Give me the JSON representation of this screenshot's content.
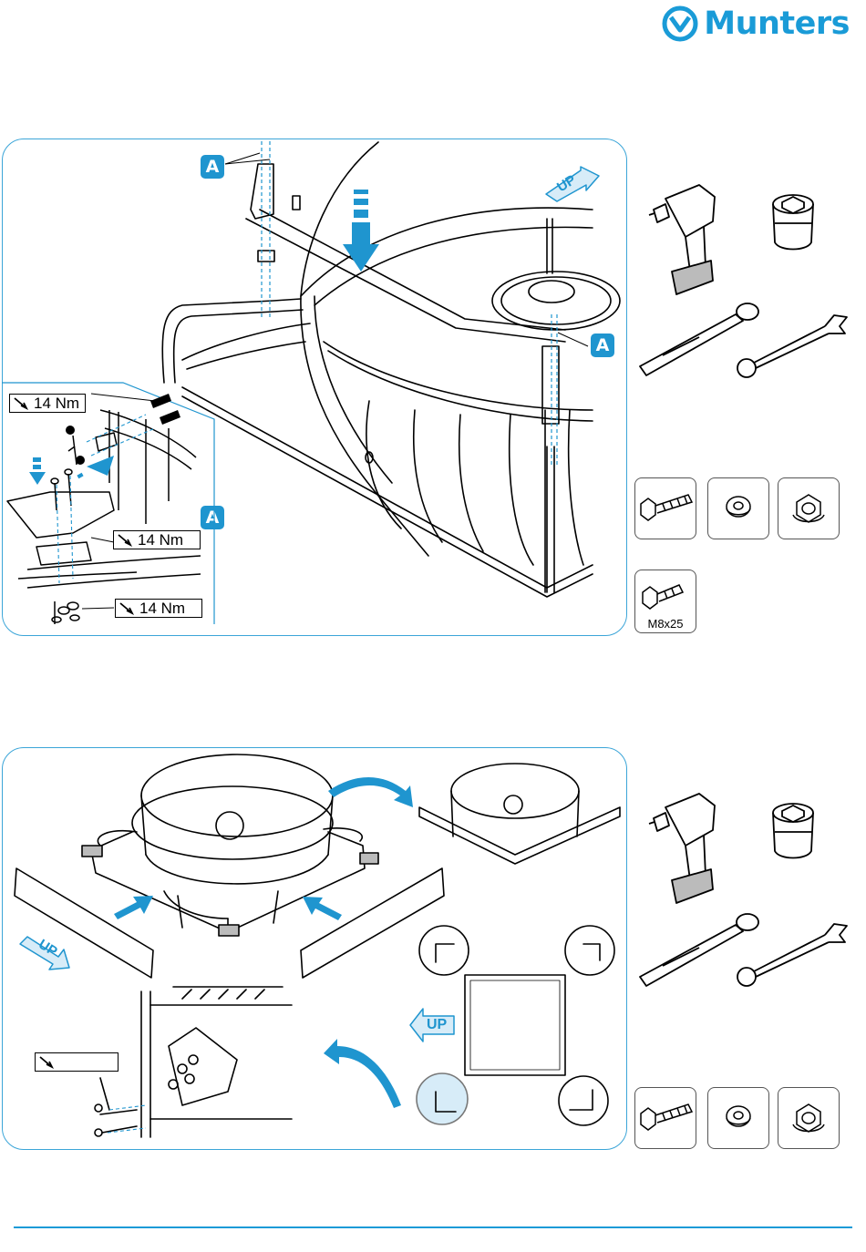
{
  "brand": {
    "name": "Munters",
    "color": "#1a9bd7"
  },
  "step1": {
    "callout_label": "A",
    "up_arrow_label": "UP",
    "torque_labels": [
      "14 Nm",
      "14 Nm",
      "14 Nm"
    ],
    "tools": [
      "drill-icon",
      "socket-icon",
      "torque-wrench-icon",
      "combination-wrench-icon"
    ],
    "hardware": [
      {
        "icon": "bolt-icon",
        "label": ""
      },
      {
        "icon": "washer-icon",
        "label": ""
      },
      {
        "icon": "nut-icon",
        "label": ""
      },
      {
        "icon": "bolt-icon",
        "label": "M8x25"
      }
    ]
  },
  "step2": {
    "up_arrow_label": "UP",
    "torque_label": "",
    "tools": [
      "drill-icon",
      "socket-icon",
      "torque-wrench-icon",
      "combination-wrench-icon"
    ],
    "hardware": [
      {
        "icon": "bolt-icon",
        "label": ""
      },
      {
        "icon": "washer-icon",
        "label": ""
      },
      {
        "icon": "nut-icon",
        "label": ""
      }
    ]
  },
  "colors": {
    "accent": "#1a9bd7",
    "panel_border": "#3ba5d8",
    "arrow_blue": "#1f95cf",
    "light_blue": "#d7ecf8"
  }
}
